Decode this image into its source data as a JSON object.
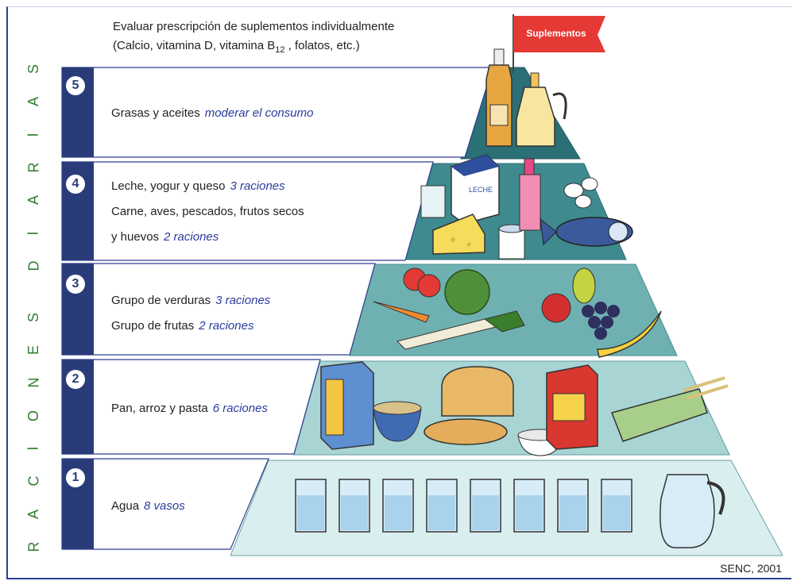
{
  "header": {
    "line1": "Evaluar prescripción de suplementos individualmente",
    "line2_prefix": "(Calcio, vitamina D, vitamina B",
    "line2_sub": "12",
    "line2_suffix": " , folatos, etc.)"
  },
  "flag": {
    "label": "Suplementos"
  },
  "vertical_title": [
    "R",
    "A",
    "C",
    "I",
    "O",
    "N",
    "E",
    "S",
    " ",
    "D",
    "I",
    "A",
    "R",
    "I",
    "A",
    "S"
  ],
  "tiers": [
    {
      "number": "5",
      "lines": [
        {
          "text": "Grasas y aceites",
          "amount": "moderar el consumo"
        }
      ]
    },
    {
      "number": "4",
      "lines": [
        {
          "text": "Leche, yogur y queso",
          "amount": "3 raciones"
        },
        {
          "text": "Carne, aves, pescados, frutos secos",
          "amount": ""
        },
        {
          "text": "y huevos",
          "amount": "2 raciones"
        }
      ]
    },
    {
      "number": "3",
      "lines": [
        {
          "text": "Grupo de verduras",
          "amount": "3 raciones"
        },
        {
          "text": "Grupo de frutas",
          "amount": "2 raciones"
        }
      ]
    },
    {
      "number": "2",
      "lines": [
        {
          "text": "Pan, arroz y pasta",
          "amount": "6 raciones"
        }
      ]
    },
    {
      "number": "1",
      "lines": [
        {
          "text": "Agua",
          "amount": "8 vasos"
        }
      ]
    }
  ],
  "illustrations": {
    "tier5": [
      "oil-bottle-icon",
      "vinegar-cruet-icon"
    ],
    "tier4": [
      "glass-icon",
      "milk-carton-icon",
      "cheese-icon",
      "yogurt-icon",
      "drink-bottle-icon",
      "eggs-icon",
      "fish-icon"
    ],
    "tier3": [
      "carrot-icon",
      "tomato-icon",
      "lettuce-icon",
      "leek-icon",
      "apple-icon",
      "pear-icon",
      "grapes-icon",
      "banana-icon"
    ],
    "tier2": [
      "cereal-box-icon",
      "cereal-bowl-icon",
      "bread-loaf-icon",
      "baguette-icon",
      "rice-bowl-icon",
      "corn-flakes-box-icon",
      "spaghetti-icon"
    ],
    "tier1": [
      "water-glass-icon",
      "water-jug-icon"
    ]
  },
  "colors": {
    "frame_blue": "#2e3f8f",
    "badge_bar": "#2a3b7a",
    "amount_text": "#2a3b9f",
    "vertical_title": "#2e7d32",
    "flag_red": "#e53935",
    "tier5": "#2b6f77",
    "tier4": "#3f8a8e",
    "tier3": "#6fb1b1",
    "tier2": "#a8d4d4",
    "tier1": "#d9eeee"
  },
  "credit": "SENC, 2001"
}
